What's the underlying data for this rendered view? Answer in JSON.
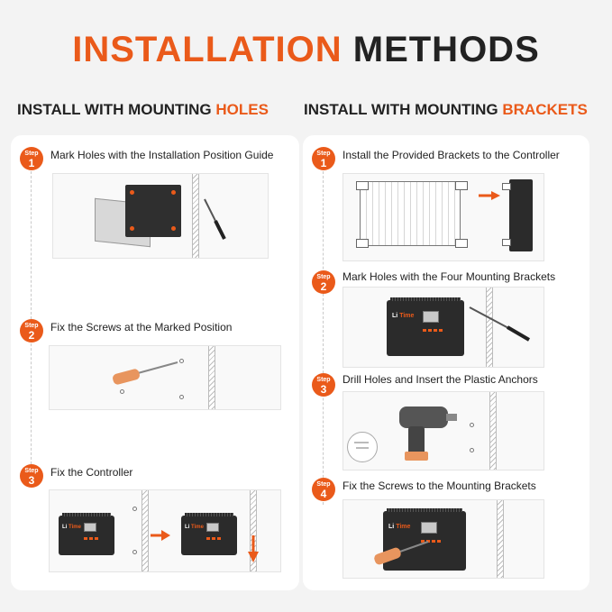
{
  "title": {
    "part1": "INSTALLATION",
    "part2": "METHODS"
  },
  "left": {
    "heading_prefix": "INSTALL WITH MOUNTING",
    "heading_accent": "HOLES",
    "steps": [
      {
        "badge_word": "Step",
        "number": "1",
        "label": "Mark Holes with the Installation Position Guide"
      },
      {
        "badge_word": "Step",
        "number": "2",
        "label": "Fix the Screws at the Marked Position"
      },
      {
        "badge_word": "Step",
        "number": "3",
        "label": "Fix the Controller"
      }
    ]
  },
  "right": {
    "heading_prefix": "INSTALL WITH MOUNTING",
    "heading_accent": "BRACKETS",
    "steps": [
      {
        "badge_word": "Step",
        "number": "1",
        "label": "Install the Provided Brackets to the Controller"
      },
      {
        "badge_word": "Step",
        "number": "2",
        "label": "Mark Holes with the Four Mounting Brackets"
      },
      {
        "badge_word": "Step",
        "number": "3",
        "label": "Drill Holes and Insert the Plastic Anchors"
      },
      {
        "badge_word": "Step",
        "number": "4",
        "label": "Fix the Screws to the Mounting Brackets"
      }
    ]
  },
  "brand": {
    "prefix": "Li",
    "suffix": "Time"
  },
  "colors": {
    "accent": "#ea5a1a",
    "dark": "#222222",
    "panel": "#ffffff",
    "background": "#f3f3f3"
  }
}
